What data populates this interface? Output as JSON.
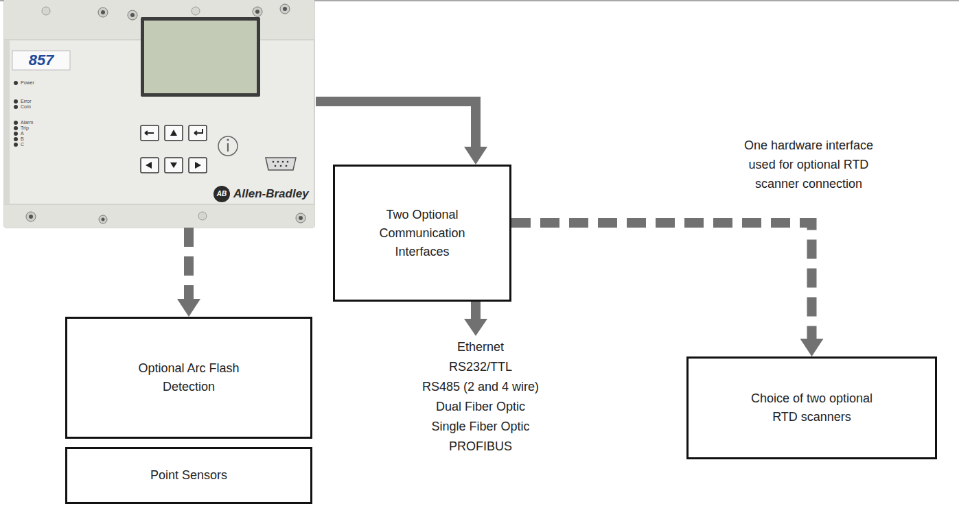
{
  "diagram": {
    "nodes": [
      {
        "text": [
          "857",
          "Power",
          "Error",
          "Com",
          "Alarm",
          "Trip",
          "A",
          "B",
          "C",
          "AB",
          "Allen-Bradley"
        ]
      },
      {
        "text": [
          "Two Optional Communication Interfaces"
        ]
      },
      {
        "text": [
          "Optional Arc Flash Detection"
        ]
      },
      {
        "text": [
          "Point Sensors"
        ]
      },
      {
        "text": [
          "Choice of two optional RTD scanners"
        ]
      }
    ],
    "edges": [
      {
        "from": 0,
        "to": 1,
        "arrow": "to"
      },
      {
        "from": 0,
        "to": 2,
        "arrow": "to"
      },
      {
        "from": 1,
        "to": 4,
        "arrow": "to"
      }
    ],
    "labels": [
      "One hardware interface used for optional RTD scanner connection",
      "Ethernet",
      "RS232/TTL",
      "RS485 (2 and 4 wire)",
      "Dual Fiber Optic",
      "Single Fiber Optic",
      "PROFIBUS"
    ]
  }
}
